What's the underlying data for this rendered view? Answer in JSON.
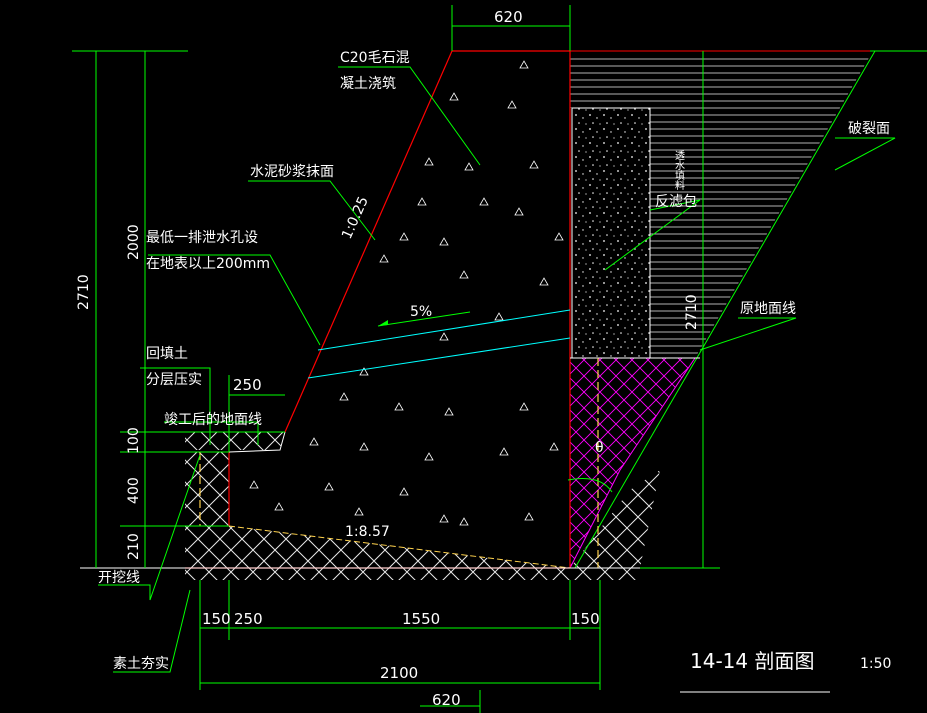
{
  "drawing": {
    "title": "14-14 剖面图",
    "scale": "1:50"
  },
  "labels": {
    "material_line1": "C20毛石混",
    "material_line2": "凝土浇筑",
    "broken_face": "破裂面",
    "mortar_finish": "水泥砂浆抹面",
    "slope_ratio": "1:0.25",
    "drain_line1": "最低一排泄水孔设",
    "drain_line2": "在地表以上200mm",
    "filter_pack": "反滤包",
    "permeable_fill": "透水填料",
    "drain_slope": "5%",
    "original_ground": "原地面线",
    "backfill_line1": "回填土",
    "backfill_line2": "分层压实",
    "finished_ground": "竣工后的地面线",
    "base_slope": "1:8.57",
    "angle": "θ",
    "excavation_line": "开挖线",
    "rammed_soil": "素土夯实"
  },
  "dimensions": {
    "top_width": "620",
    "total_height_left": "2710",
    "upper_height": "2000",
    "toe_step_width": "250",
    "toe_height_100": "100",
    "toe_height_400": "400",
    "toe_height_210": "210",
    "right_height": "2710",
    "base_150_left": "150",
    "base_250": "250",
    "base_1550": "1550",
    "base_150_right": "150",
    "total_width": "2100",
    "bottom_620": "620"
  },
  "colors": {
    "background": "#000000",
    "dimension": "#00ff00",
    "outline": "#ff0000",
    "drain": "#00ffff",
    "hatch": "#ff00ff",
    "text": "#ffffff",
    "ground": "#ffffff"
  }
}
